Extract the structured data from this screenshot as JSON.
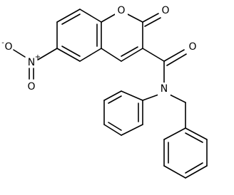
{
  "molecule": {
    "atom_labels": {
      "ring_oxygen": "O",
      "carbonyl_oxygen_lactone": "O",
      "carbonyl_oxygen_amide": "O",
      "amide_nitrogen": "N",
      "nitro_nitrogen": "N",
      "nitro_nitrogen_charge": "+",
      "nitro_oxygen_top": "O",
      "nitro_oxygen_top_charge": "-",
      "nitro_oxygen_bottom": "O"
    },
    "colors": {
      "bond": "#000000",
      "text": "#000000",
      "background": "#ffffff"
    }
  }
}
